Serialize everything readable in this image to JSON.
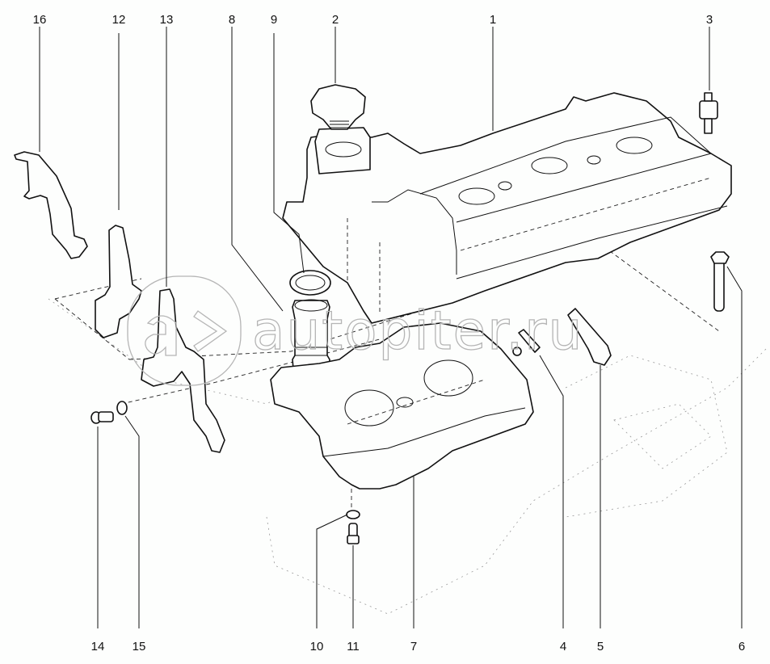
{
  "diagram": {
    "title": "Cylinder head cover assembly (exploded view)",
    "callouts": [
      {
        "number": "1",
        "part": "cylinder-head-cover"
      },
      {
        "number": "2",
        "part": "oil-filler-cap"
      },
      {
        "number": "3",
        "part": "cover-stud"
      },
      {
        "number": "4",
        "part": "breather-pipe"
      },
      {
        "number": "5",
        "part": "breather-hose"
      },
      {
        "number": "6",
        "part": "cover-bolt"
      },
      {
        "number": "7",
        "part": "oil-separator-plate"
      },
      {
        "number": "8",
        "part": "oil-filler-tube"
      },
      {
        "number": "9",
        "part": "filler-tube-seal"
      },
      {
        "number": "10",
        "part": "washer"
      },
      {
        "number": "11",
        "part": "bolt"
      },
      {
        "number": "12",
        "part": "bracket"
      },
      {
        "number": "13",
        "part": "bracket"
      },
      {
        "number": "14",
        "part": "bolt"
      },
      {
        "number": "15",
        "part": "washer"
      },
      {
        "number": "16",
        "part": "bracket"
      }
    ],
    "watermark": {
      "logo_icon": "autopiter-logo-icon",
      "text": "autopiter.ru"
    }
  },
  "colors": {
    "line": "#111111",
    "background": "#fdfefd",
    "watermark": "#b5b5b5"
  }
}
